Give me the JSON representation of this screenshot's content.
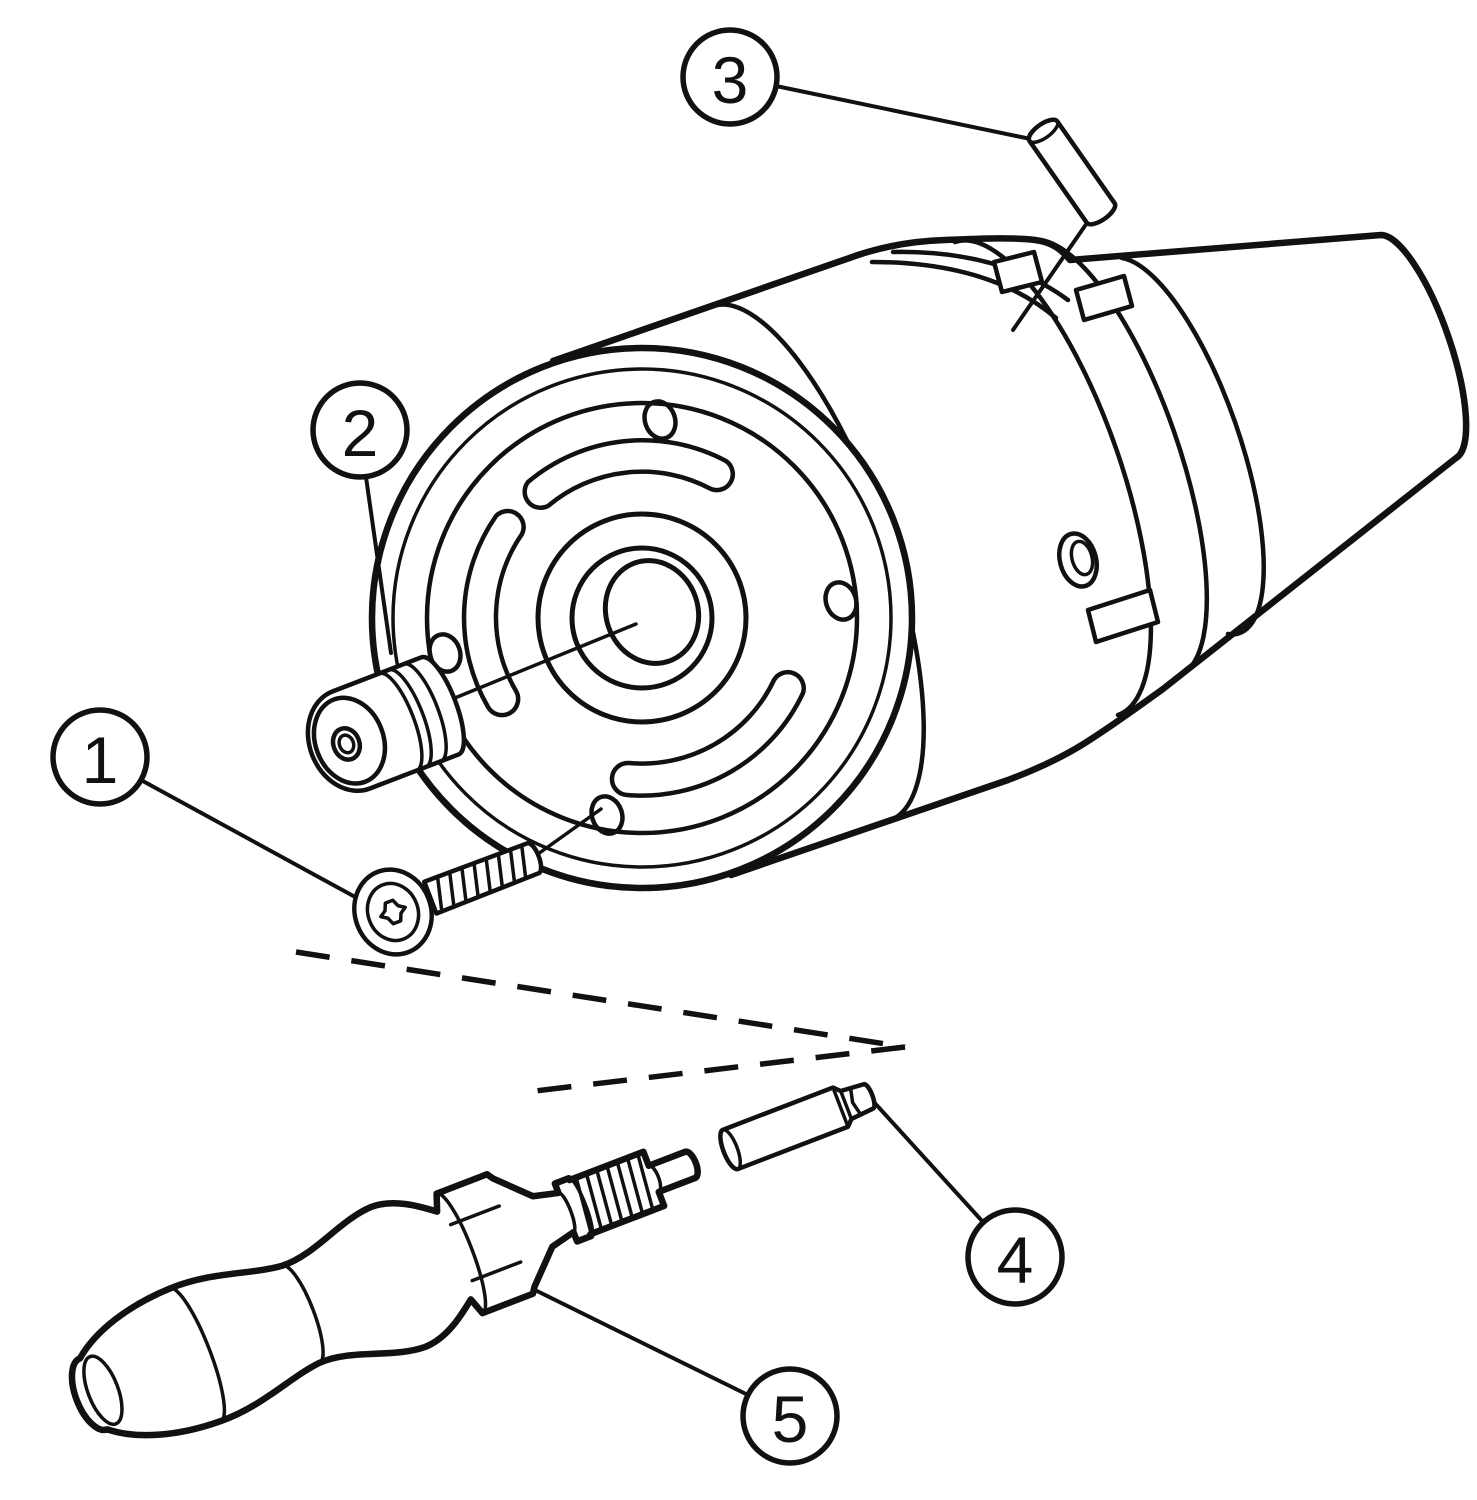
{
  "scene": {
    "type": "exploded-assembly-technical-drawing",
    "background_color": "#ffffff",
    "line_color": "#111111"
  },
  "callouts": [
    {
      "label": "1",
      "part": "clamping-screw"
    },
    {
      "label": "2",
      "part": "pilot-plug"
    },
    {
      "label": "3",
      "part": "drive-pin"
    },
    {
      "label": "4",
      "part": "torx-bit"
    },
    {
      "label": "5",
      "part": "driver-handle"
    }
  ]
}
